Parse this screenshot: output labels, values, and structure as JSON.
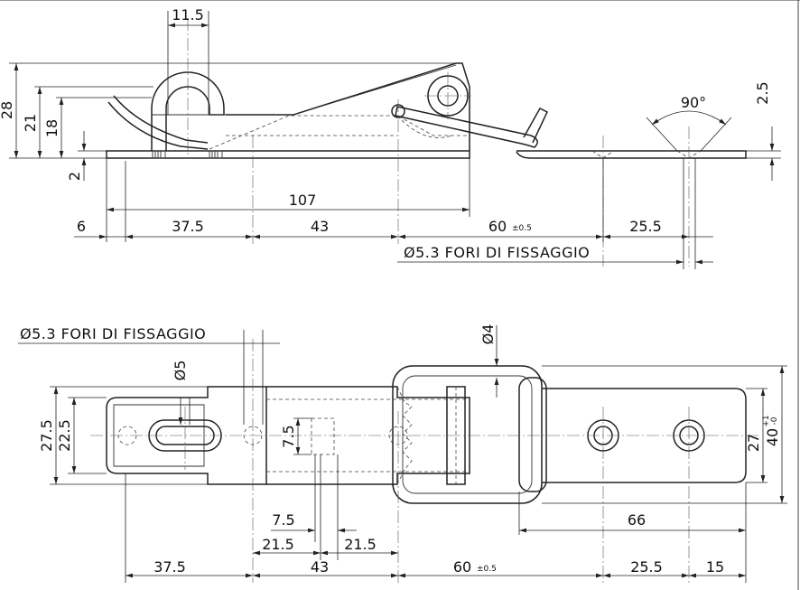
{
  "side_view": {
    "dims": {
      "d11_5": "11.5",
      "d28": "28",
      "d21": "21",
      "d18": "18",
      "d2": "2",
      "d2_5": "2.5",
      "d90": "90°",
      "d107": "107",
      "d6": "6",
      "d37_5": "37.5",
      "d43": "43",
      "d60": "60",
      "d60_tol": "±0.5",
      "d25_5": "25.5"
    },
    "hole_note": "Ø5.3  FORI DI FISSAGGIO"
  },
  "top_view": {
    "hole_note": "Ø5.3  FORI DI FISSAGGIO",
    "dims": {
      "d5": "Ø5",
      "d4": "Ø4",
      "d27_5": "27.5",
      "d22_5": "22.5",
      "d7_5v": "7.5",
      "d27": "27",
      "d40": "40",
      "d40_tol_plus": "+1",
      "d40_tol_minus": "-0",
      "d7_5h": "7.5",
      "d21_5a": "21.5",
      "d21_5b": "21.5",
      "d66": "66",
      "d37_5": "37.5",
      "d43": "43",
      "d60": "60",
      "d60_tol": "±0.5",
      "d25_5": "25.5",
      "d15": "15"
    }
  }
}
